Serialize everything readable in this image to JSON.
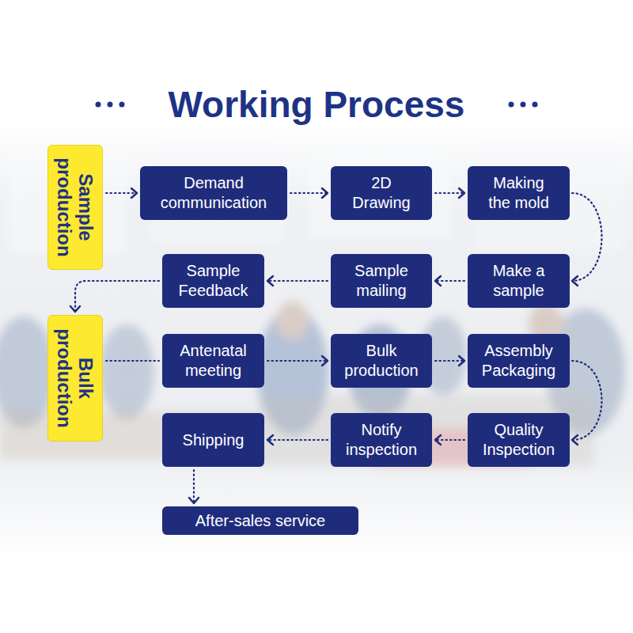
{
  "diagram": {
    "title": "Working Process",
    "nodes": [
      {
        "text": [
          "Sample production"
        ]
      },
      {
        "text": [
          "Demand communication"
        ]
      },
      {
        "text": [
          "2D Drawing"
        ]
      },
      {
        "text": [
          "Making the mold"
        ]
      },
      {
        "text": [
          "Sample Feedback"
        ]
      },
      {
        "text": [
          "Sample mailing"
        ]
      },
      {
        "text": [
          "Make a sample"
        ]
      },
      {
        "text": [
          "Bulk production"
        ]
      },
      {
        "text": [
          "Antenatal meeting"
        ]
      },
      {
        "text": [
          "Bulk production"
        ]
      },
      {
        "text": [
          "Assembly Packaging"
        ]
      },
      {
        "text": [
          "Shipping"
        ]
      },
      {
        "text": [
          "Notify inspection"
        ]
      },
      {
        "text": [
          "Quality Inspection"
        ]
      },
      {
        "text": [
          "After-sales service"
        ]
      }
    ],
    "edges": [
      {
        "from": 0,
        "to": 1,
        "arrow": "to"
      },
      {
        "from": 1,
        "to": 2,
        "arrow": "to"
      },
      {
        "from": 2,
        "to": 3,
        "arrow": "to"
      },
      {
        "from": 3,
        "to": 6,
        "arrow": "to"
      },
      {
        "from": 6,
        "to": 5,
        "arrow": "to"
      },
      {
        "from": 5,
        "to": 4,
        "arrow": "to"
      },
      {
        "from": 4,
        "to": 7,
        "arrow": "to"
      },
      {
        "from": 7,
        "to": 8,
        "arrow": "none"
      },
      {
        "from": 8,
        "to": 9,
        "arrow": "to"
      },
      {
        "from": 9,
        "to": 10,
        "arrow": "to"
      },
      {
        "from": 10,
        "to": 13,
        "arrow": "to"
      },
      {
        "from": 13,
        "to": 12,
        "arrow": "to"
      },
      {
        "from": 12,
        "to": 11,
        "arrow": "to"
      },
      {
        "from": 11,
        "to": 14,
        "arrow": "to"
      }
    ]
  }
}
